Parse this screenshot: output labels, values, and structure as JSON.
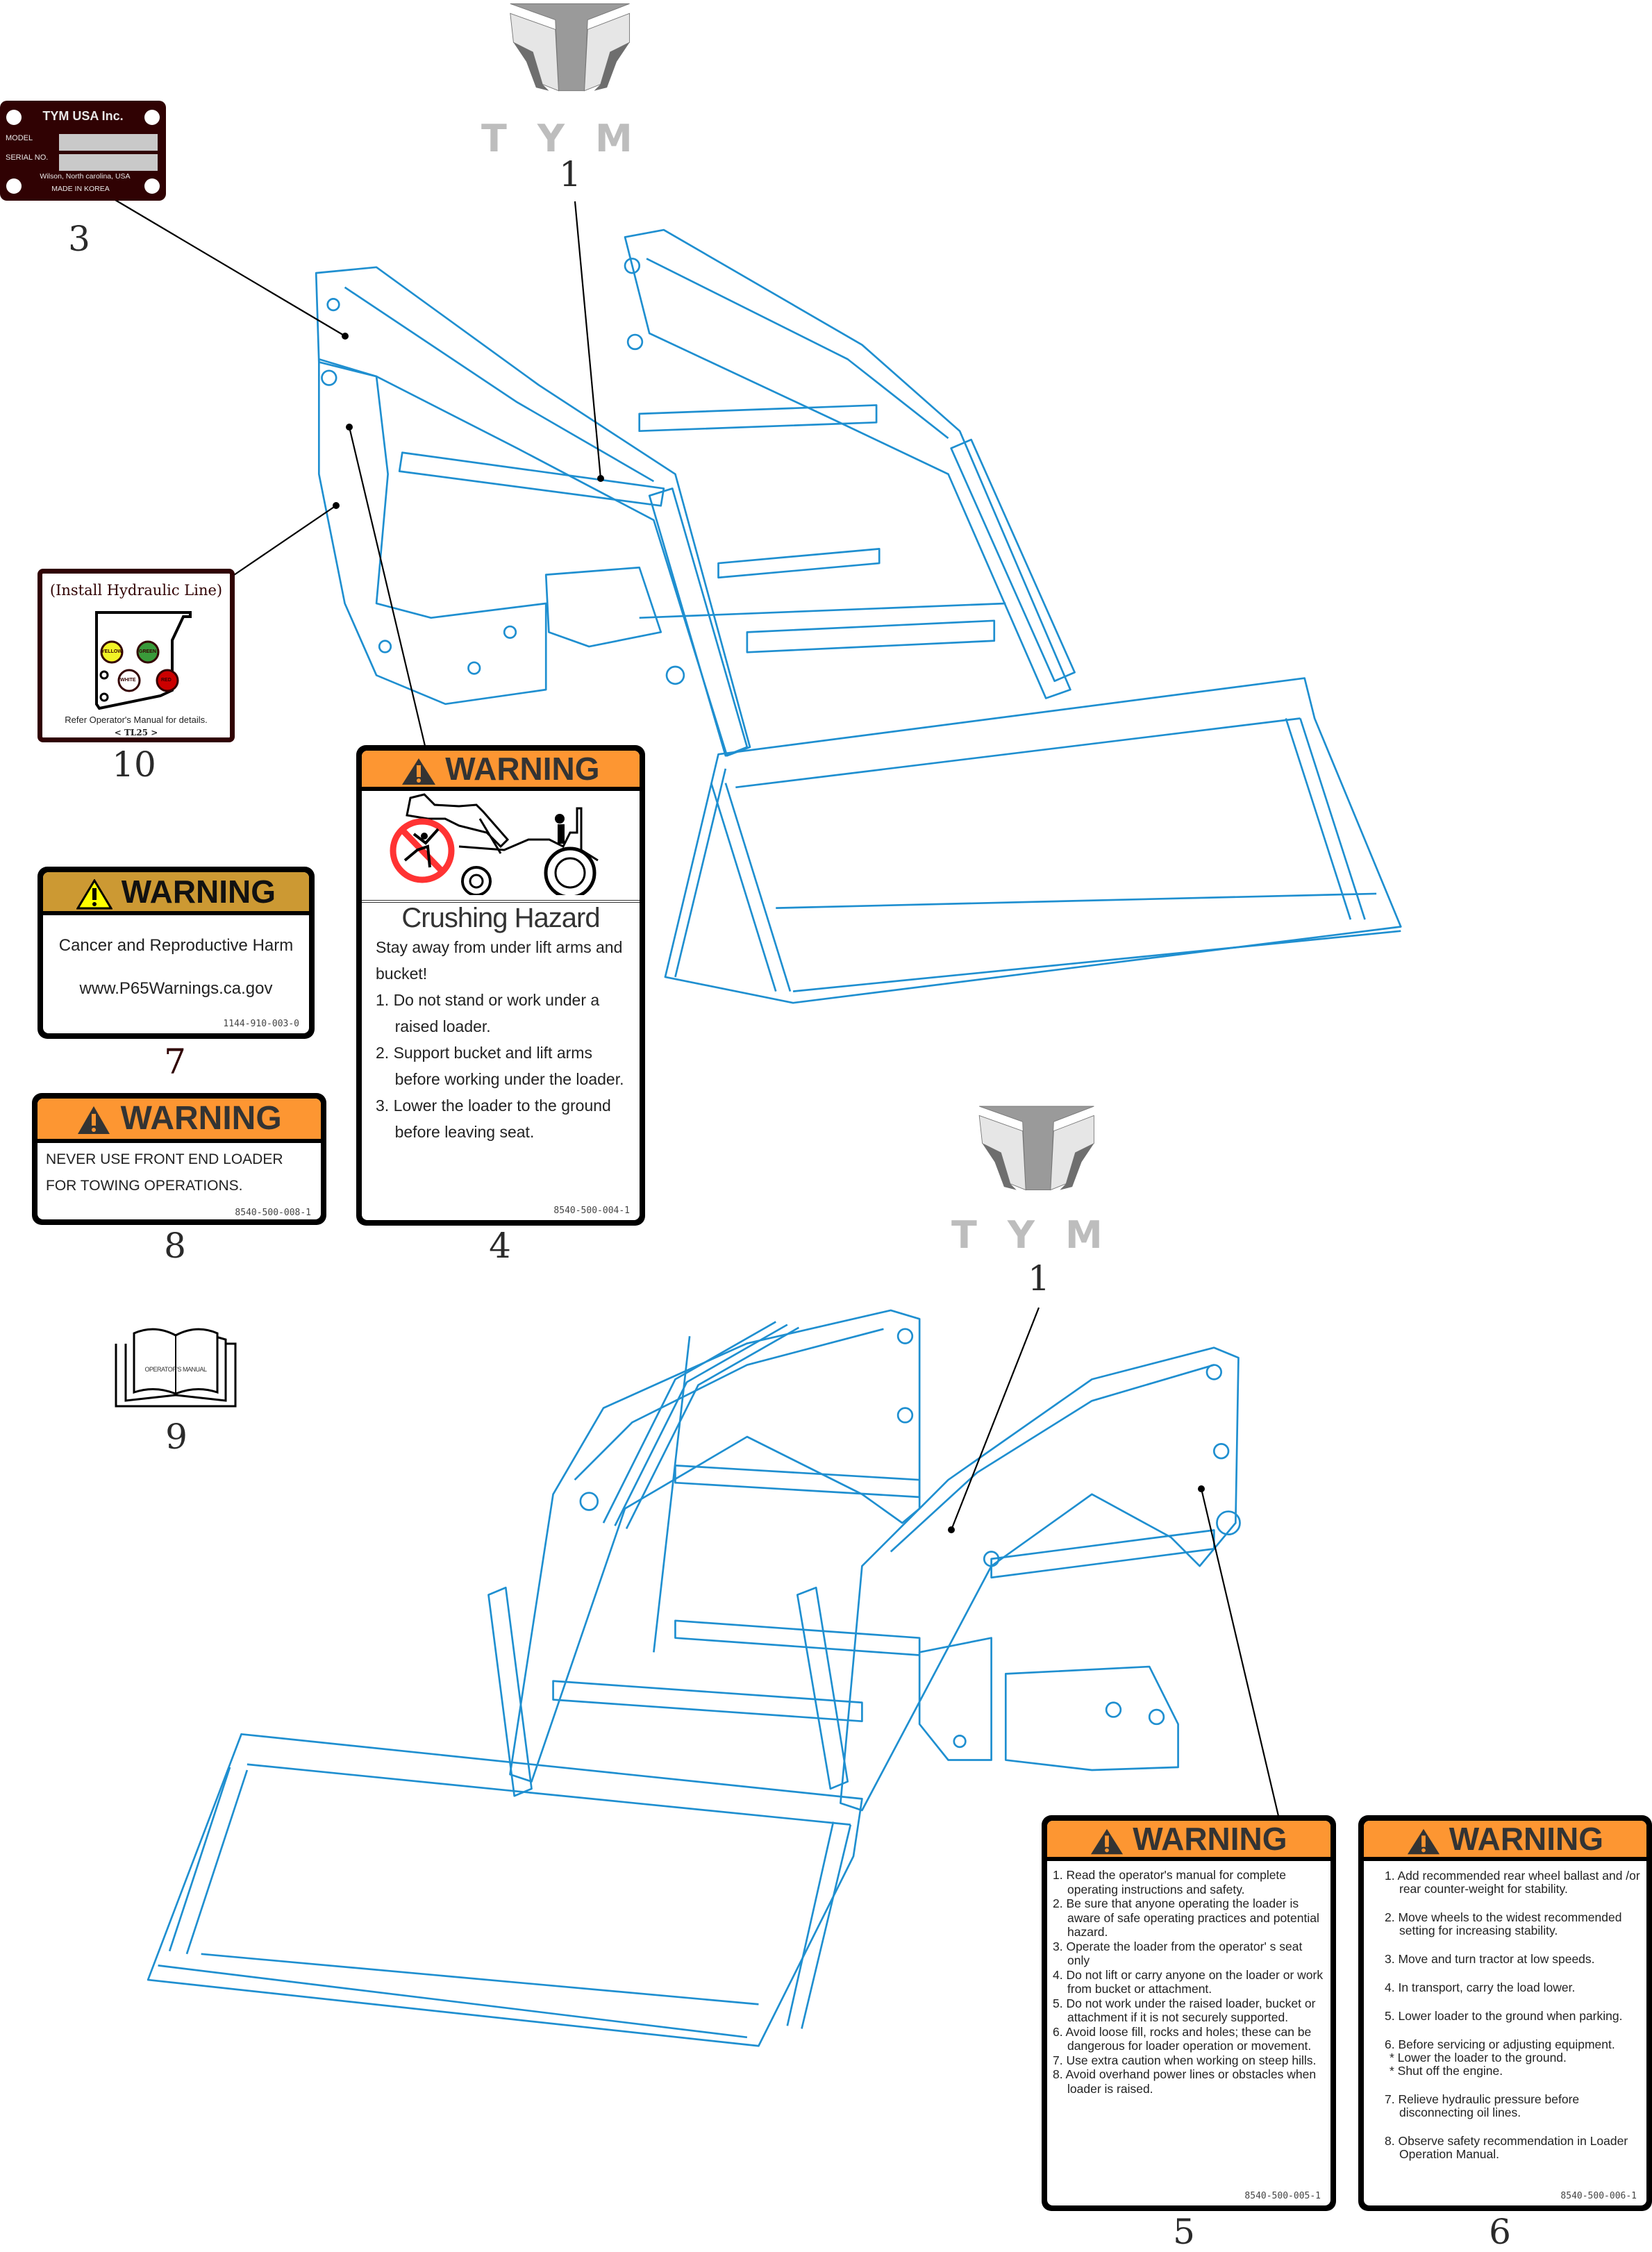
{
  "brand_logo": {
    "word": "TYM"
  },
  "callouts": {
    "n1": "1",
    "n1b": "1",
    "n3": "3",
    "n4": "4",
    "n5": "5",
    "n6": "6",
    "n7": "7",
    "n8": "8",
    "n9": "9",
    "n10": "10"
  },
  "plate_3": {
    "company": "TYM USA Inc.",
    "model_label": "MODEL",
    "serial_label": "SERIAL NO.",
    "address": "Wilson, North carolina, USA",
    "origin": "MADE IN KOREA"
  },
  "label_10": {
    "title": "(Install Hydraulic Line)",
    "ports": [
      "YELLOW",
      "GREEN",
      "WHITE",
      "RED"
    ],
    "note": "Refer Operator's Manual for details.",
    "model": "< TL25 >"
  },
  "label_7": {
    "header": "WARNING",
    "line1": "Cancer and Reproductive Harm",
    "line2": "www.P65Warnings.ca.gov",
    "code": "1144-910-003-0"
  },
  "label_8": {
    "header": "WARNING",
    "line1": "NEVER  USE FRONT END LOADER",
    "line2": "FOR TOWING OPERATIONS.",
    "code": "8540-500-008-1"
  },
  "label_4": {
    "header": "WARNING",
    "title": "Crushing Hazard",
    "intro": "Stay away from under lift arms and bucket!",
    "items": [
      "1. Do not stand or work under a raised loader.",
      "2. Support bucket and lift arms before working under the loader.",
      "3. Lower the loader to the ground before leaving seat."
    ],
    "code": "8540-500-004-1"
  },
  "label_9": {
    "book_text": "OPERATOR'S MANUAL"
  },
  "label_5": {
    "header": "WARNING",
    "items": [
      "1. Read the operator's manual for complete operating instructions and safety.",
      "2. Be sure that anyone operating the loader is aware of safe operating practices and potential hazard.",
      "3. Operate the loader from the operator' s seat only",
      "4. Do not lift or carry anyone on the loader or work from bucket or attachment.",
      "5. Do not work under the raised loader, bucket or attachment if it is not securely supported.",
      "6. Avoid loose fill, rocks and holes; these can be dangerous for loader operation or movement.",
      "7. Use extra caution when working on steep hills.",
      "8. Avoid overhand power lines or obstacles when loader is raised."
    ],
    "code": "8540-500-005-1"
  },
  "label_6": {
    "header": "WARNING",
    "items": [
      "1. Add recommended rear wheel ballast and /or rear counter-weight for stability.",
      "2. Move wheels to the widest recommended setting for increasing stability.",
      "3. Move and turn tractor at low speeds.",
      "4. In transport, carry the load lower.",
      "5. Lower loader to the ground when parking.",
      "6. Before servicing or adjusting equipment.",
      "* Lower the loader to the ground.",
      "* Shut off the engine.",
      "7. Relieve hydraulic pressure before disconnecting oil lines.",
      "8. Observe safety recommendation in Loader Operation Manual."
    ],
    "code": "8540-500-006-1"
  },
  "colors": {
    "loader_line": "#1f8fd0",
    "warning_orange": "#fd9632",
    "prop65_gold": "#cc9933",
    "plate_bg": "#300203"
  }
}
